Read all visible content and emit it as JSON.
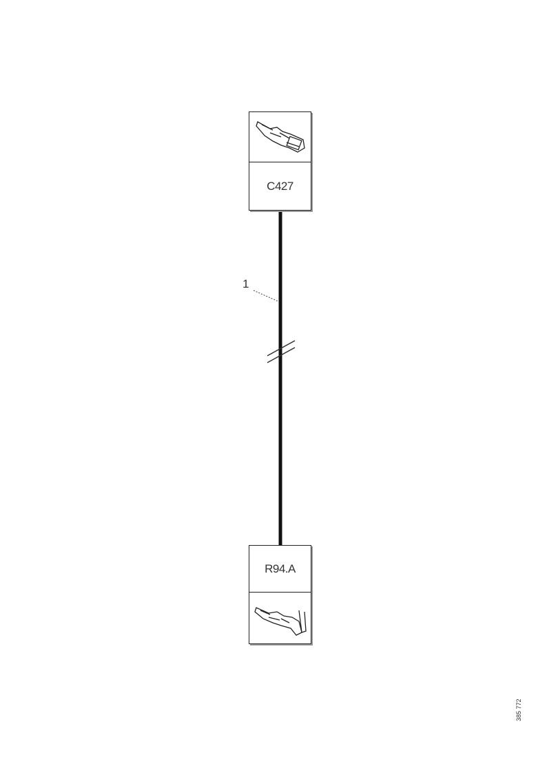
{
  "connector_top": {
    "label": "C427",
    "icon": "terminal-pin-icon"
  },
  "connector_bottom": {
    "label": "R94.A",
    "icon": "terminal-socket-icon"
  },
  "wire": {
    "callout": "1",
    "break": "wire-break-mark"
  },
  "reference_number": "385 772"
}
